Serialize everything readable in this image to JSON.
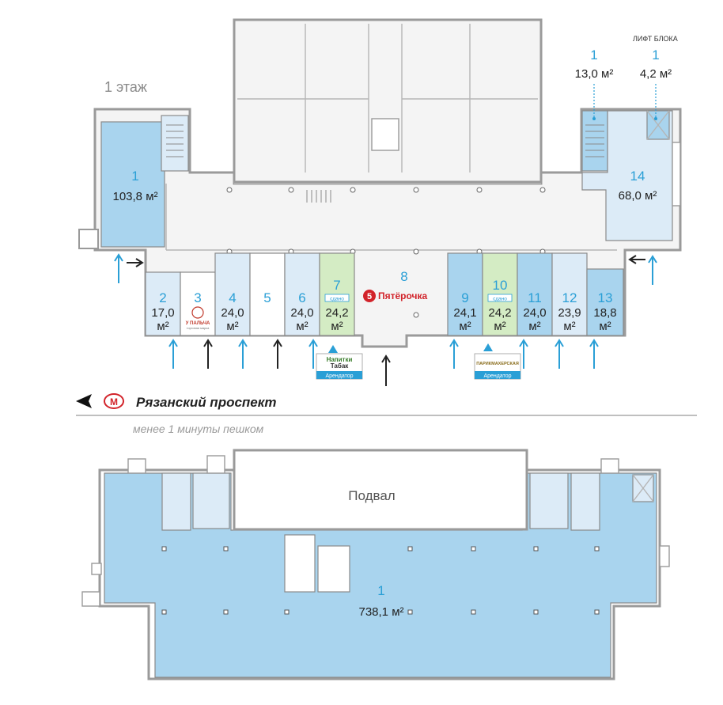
{
  "floor1": {
    "title": "1 этаж",
    "lift_title": "ЛИФТ БЛОКА",
    "lift1": {
      "num": "1",
      "area": "13,0 м²"
    },
    "lift2": {
      "num": "1",
      "area": "4,2 м²"
    },
    "units": [
      {
        "num": "1",
        "area": "103,8 м²"
      },
      {
        "num": "2",
        "area": "17,0",
        "unit": "м²"
      },
      {
        "num": "3"
      },
      {
        "num": "4",
        "area": "24,0",
        "unit": "м²"
      },
      {
        "num": "5"
      },
      {
        "num": "6",
        "area": "24,0",
        "unit": "м²"
      },
      {
        "num": "7",
        "area": "24,2",
        "unit": "м²",
        "badge": "сдано"
      },
      {
        "num": "8"
      },
      {
        "num": "9",
        "area": "24,1",
        "unit": "м²"
      },
      {
        "num": "10",
        "area": "24,2",
        "unit": "м²",
        "badge": "сдано"
      },
      {
        "num": "11",
        "area": "24,0",
        "unit": "м²"
      },
      {
        "num": "12",
        "area": "23,9",
        "unit": "м²"
      },
      {
        "num": "13",
        "area": "18,8",
        "unit": "м²"
      },
      {
        "num": "14",
        "area": "68,0 м²"
      }
    ],
    "tenant1": {
      "line1": "Напитки",
      "line2": "Табак",
      "label": "Арендатор"
    },
    "tenant2": {
      "line1": "ПАРИКМАХЕРСКАЯ",
      "label": "Арендатор"
    },
    "logo_u_palcha": {
      "line1": "У ПАЛЬЧА",
      "line2": "торговая марка"
    },
    "logo_pyaterochka": "Пятёрочка"
  },
  "street": {
    "name": "Рязанский проспект",
    "walk": "менее 1 минуты пешком",
    "metro_letter": "М"
  },
  "basement": {
    "title": "Подвал",
    "num": "1",
    "area": "738,1 м²"
  },
  "colors": {
    "blue_room": "#a9d4ee",
    "light_room": "#dcebf7",
    "green_room": "#d4ecc4",
    "accent": "#2a9fd6",
    "walls": "#9a9a9a"
  }
}
